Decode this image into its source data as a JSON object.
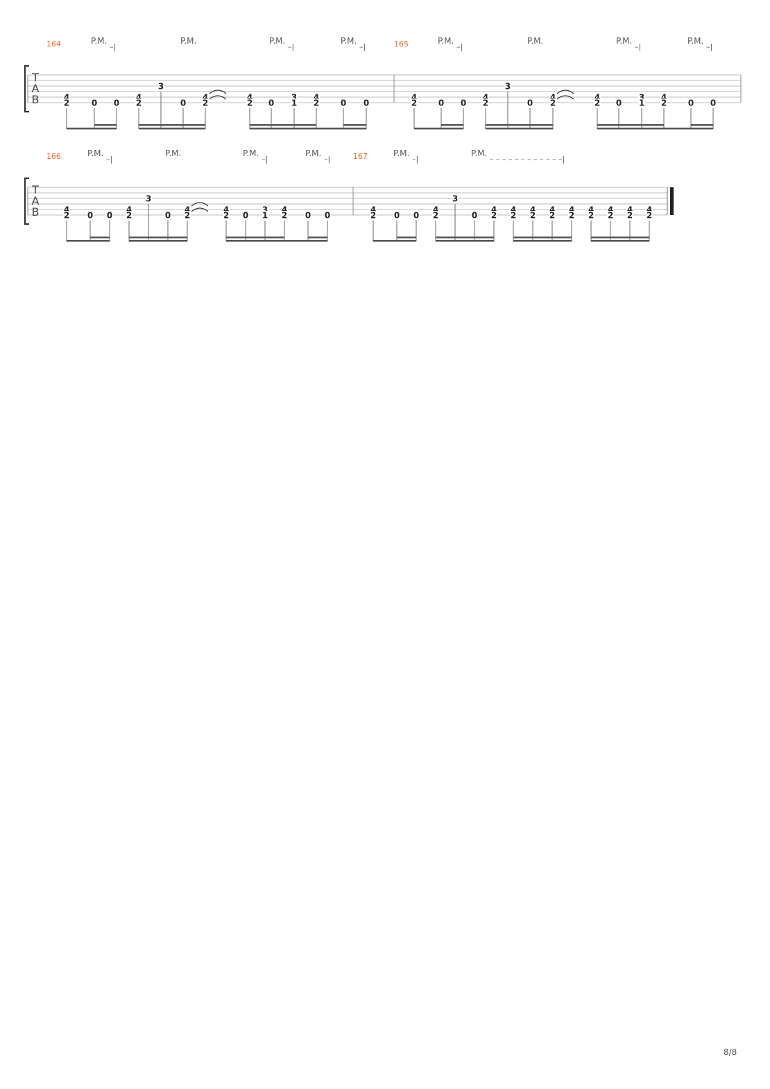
{
  "score": {
    "tab_clef": [
      "T",
      "A",
      "B"
    ],
    "page_number": "8/8",
    "colors": {
      "measure_number": "#f06a30",
      "notation": "#222222",
      "staff_line": "#bbbbbb",
      "beam": "#555555"
    },
    "systems": [
      {
        "measures": [
          {
            "number": "164",
            "palm_mutes": [
              {
                "label": "P.M.",
                "end": "–|"
              },
              {
                "label": "P.M.",
                "end": ""
              },
              {
                "label": "P.M.",
                "end": "–|"
              },
              {
                "label": "P.M.",
                "end": "–|"
              }
            ],
            "beats": [
              {
                "notes": [
                  [
                    "4",
                    "5"
                  ],
                  [
                    "2",
                    "6"
                  ]
                ]
              },
              {
                "notes": [
                  [
                    "0",
                    "6"
                  ]
                ]
              },
              {
                "notes": [
                  [
                    "0",
                    "6"
                  ]
                ]
              },
              {
                "notes": [
                  [
                    "4",
                    "5"
                  ],
                  [
                    "2",
                    "6"
                  ]
                ]
              },
              {
                "notes": [
                  [
                    "3",
                    "3"
                  ]
                ]
              },
              {
                "notes": [
                  [
                    "0",
                    "6"
                  ]
                ]
              },
              {
                "notes": [
                  [
                    "4",
                    "5"
                  ],
                  [
                    "2",
                    "6"
                  ]
                ],
                "tie": true
              },
              {
                "notes": [
                  [
                    "4",
                    "5"
                  ],
                  [
                    "2",
                    "6"
                  ]
                ]
              },
              {
                "notes": [
                  [
                    "0",
                    "6"
                  ]
                ]
              },
              {
                "notes": [
                  [
                    "3",
                    "5"
                  ],
                  [
                    "1",
                    "6"
                  ]
                ]
              },
              {
                "notes": [
                  [
                    "4",
                    "5"
                  ],
                  [
                    "2",
                    "6"
                  ]
                ]
              },
              {
                "notes": [
                  [
                    "0",
                    "6"
                  ]
                ]
              },
              {
                "notes": [
                  [
                    "0",
                    "6"
                  ]
                ]
              }
            ]
          },
          {
            "number": "165",
            "palm_mutes": [
              {
                "label": "P.M.",
                "end": "–|"
              },
              {
                "label": "P.M.",
                "end": ""
              },
              {
                "label": "P.M.",
                "end": "–|"
              },
              {
                "label": "P.M.",
                "end": "–|"
              }
            ],
            "beats": [
              {
                "notes": [
                  [
                    "4",
                    "5"
                  ],
                  [
                    "2",
                    "6"
                  ]
                ]
              },
              {
                "notes": [
                  [
                    "0",
                    "6"
                  ]
                ]
              },
              {
                "notes": [
                  [
                    "0",
                    "6"
                  ]
                ]
              },
              {
                "notes": [
                  [
                    "4",
                    "5"
                  ],
                  [
                    "2",
                    "6"
                  ]
                ]
              },
              {
                "notes": [
                  [
                    "3",
                    "3"
                  ]
                ]
              },
              {
                "notes": [
                  [
                    "0",
                    "6"
                  ]
                ]
              },
              {
                "notes": [
                  [
                    "4",
                    "5"
                  ],
                  [
                    "2",
                    "6"
                  ]
                ],
                "tie": true
              },
              {
                "notes": [
                  [
                    "4",
                    "5"
                  ],
                  [
                    "2",
                    "6"
                  ]
                ]
              },
              {
                "notes": [
                  [
                    "0",
                    "6"
                  ]
                ]
              },
              {
                "notes": [
                  [
                    "3",
                    "5"
                  ],
                  [
                    "1",
                    "6"
                  ]
                ]
              },
              {
                "notes": [
                  [
                    "4",
                    "5"
                  ],
                  [
                    "2",
                    "6"
                  ]
                ]
              },
              {
                "notes": [
                  [
                    "0",
                    "6"
                  ]
                ]
              },
              {
                "notes": [
                  [
                    "0",
                    "6"
                  ]
                ]
              }
            ]
          }
        ]
      },
      {
        "measures": [
          {
            "number": "166",
            "palm_mutes": [
              {
                "label": "P.M.",
                "end": "–|"
              },
              {
                "label": "P.M.",
                "end": ""
              },
              {
                "label": "P.M.",
                "end": "–|"
              },
              {
                "label": "P.M.",
                "end": "–|"
              }
            ],
            "beats": [
              {
                "notes": [
                  [
                    "4",
                    "5"
                  ],
                  [
                    "2",
                    "6"
                  ]
                ]
              },
              {
                "notes": [
                  [
                    "0",
                    "6"
                  ]
                ]
              },
              {
                "notes": [
                  [
                    "0",
                    "6"
                  ]
                ]
              },
              {
                "notes": [
                  [
                    "4",
                    "5"
                  ],
                  [
                    "2",
                    "6"
                  ]
                ]
              },
              {
                "notes": [
                  [
                    "3",
                    "3"
                  ]
                ]
              },
              {
                "notes": [
                  [
                    "0",
                    "6"
                  ]
                ]
              },
              {
                "notes": [
                  [
                    "4",
                    "5"
                  ],
                  [
                    "2",
                    "6"
                  ]
                ],
                "tie": true
              },
              {
                "notes": [
                  [
                    "4",
                    "5"
                  ],
                  [
                    "2",
                    "6"
                  ]
                ]
              },
              {
                "notes": [
                  [
                    "0",
                    "6"
                  ]
                ]
              },
              {
                "notes": [
                  [
                    "3",
                    "5"
                  ],
                  [
                    "1",
                    "6"
                  ]
                ]
              },
              {
                "notes": [
                  [
                    "4",
                    "5"
                  ],
                  [
                    "2",
                    "6"
                  ]
                ]
              },
              {
                "notes": [
                  [
                    "0",
                    "6"
                  ]
                ]
              },
              {
                "notes": [
                  [
                    "0",
                    "6"
                  ]
                ]
              }
            ]
          },
          {
            "number": "167",
            "palm_mutes": [
              {
                "label": "P.M.",
                "end": "–|"
              },
              {
                "label": "P.M.",
                "end": "– – – – – – – – – – – –|"
              }
            ],
            "beats": [
              {
                "notes": [
                  [
                    "4",
                    "5"
                  ],
                  [
                    "2",
                    "6"
                  ]
                ]
              },
              {
                "notes": [
                  [
                    "0",
                    "6"
                  ]
                ]
              },
              {
                "notes": [
                  [
                    "0",
                    "6"
                  ]
                ]
              },
              {
                "notes": [
                  [
                    "4",
                    "5"
                  ],
                  [
                    "2",
                    "6"
                  ]
                ]
              },
              {
                "notes": [
                  [
                    "3",
                    "3"
                  ]
                ]
              },
              {
                "notes": [
                  [
                    "0",
                    "6"
                  ]
                ]
              },
              {
                "notes": [
                  [
                    "4",
                    "5"
                  ],
                  [
                    "2",
                    "6"
                  ]
                ]
              },
              {
                "notes": [
                  [
                    "4",
                    "5"
                  ],
                  [
                    "2",
                    "6"
                  ]
                ]
              },
              {
                "notes": [
                  [
                    "4",
                    "5"
                  ],
                  [
                    "2",
                    "6"
                  ]
                ]
              },
              {
                "notes": [
                  [
                    "4",
                    "5"
                  ],
                  [
                    "2",
                    "6"
                  ]
                ]
              },
              {
                "notes": [
                  [
                    "4",
                    "5"
                  ],
                  [
                    "2",
                    "6"
                  ]
                ]
              },
              {
                "notes": [
                  [
                    "4",
                    "5"
                  ],
                  [
                    "2",
                    "6"
                  ]
                ]
              },
              {
                "notes": [
                  [
                    "4",
                    "5"
                  ],
                  [
                    "2",
                    "6"
                  ]
                ]
              },
              {
                "notes": [
                  [
                    "4",
                    "5"
                  ],
                  [
                    "2",
                    "6"
                  ]
                ]
              },
              {
                "notes": [
                  [
                    "4",
                    "5"
                  ],
                  [
                    "2",
                    "6"
                  ]
                ]
              }
            ]
          }
        ]
      }
    ]
  }
}
